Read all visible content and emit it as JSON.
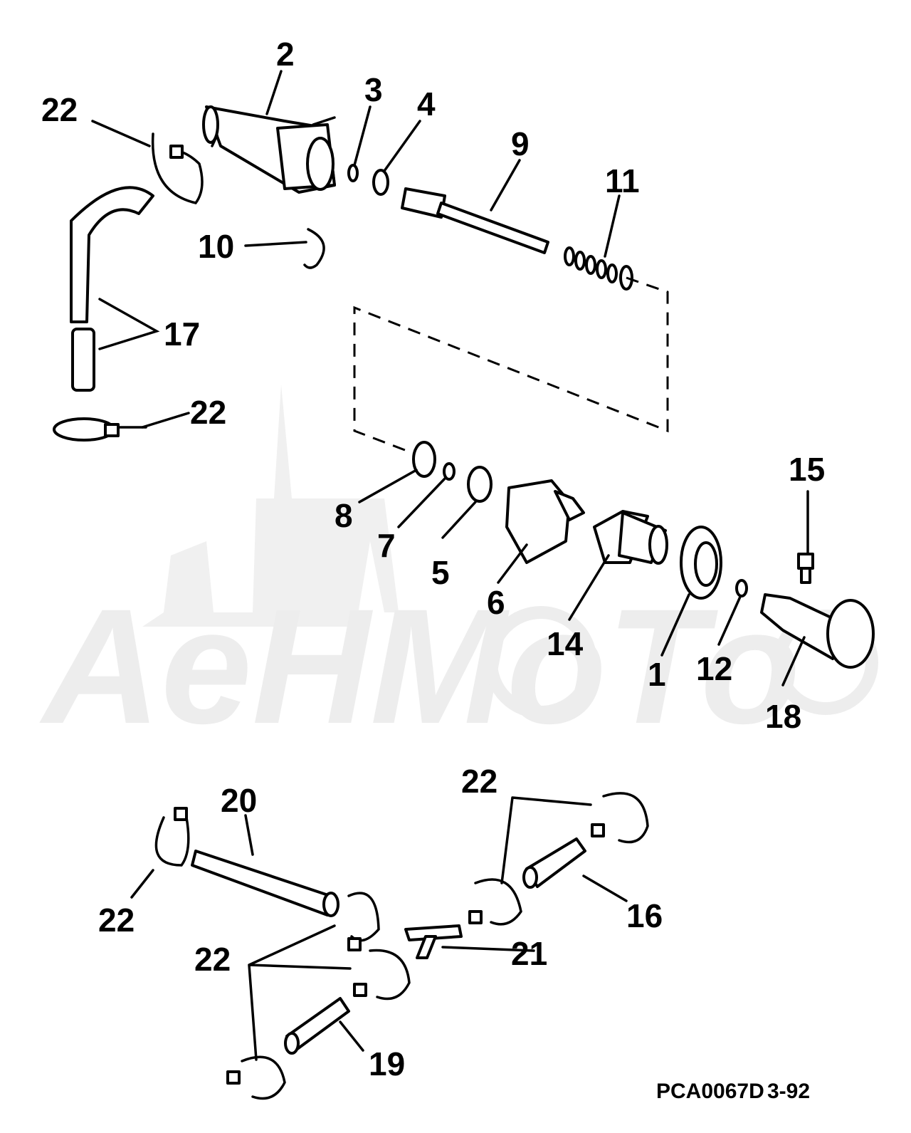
{
  "diagram": {
    "callouts": [
      "1",
      "2",
      "3",
      "4",
      "5",
      "6",
      "7",
      "8",
      "9",
      "10",
      "11",
      "12",
      "14",
      "15",
      "16",
      "17",
      "18",
      "19",
      "20",
      "21",
      "22"
    ],
    "drawing_code": "PCA0067D",
    "revision_date": "3-92",
    "watermark": "AeHMoTo"
  },
  "colors": {
    "ink": "#000000",
    "paper": "#ffffff",
    "watermark": "#ededed"
  }
}
